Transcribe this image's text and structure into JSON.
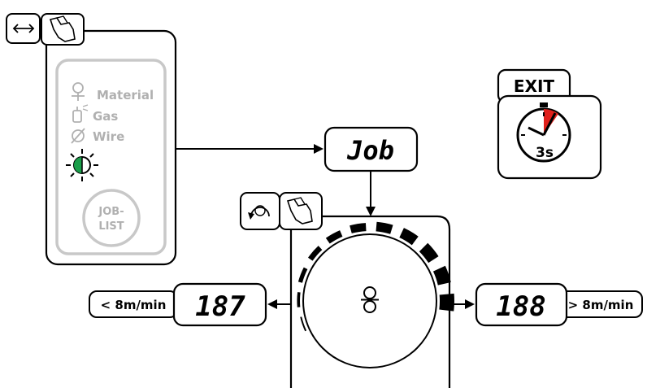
{
  "control_panel": {
    "items": [
      {
        "label": "Material",
        "icon": "material-icon"
      },
      {
        "label": "Gas",
        "icon": "gas-cylinder-icon"
      },
      {
        "label": "Wire",
        "icon": "wire-diameter-icon"
      }
    ],
    "indicator_icon": "status-light-half-green-icon",
    "indicator_color": "#1a9e4a",
    "joblist_label_1": "JOB-",
    "joblist_label_2": "LIST",
    "muted_color": "#b0b0b0"
  },
  "job_display": {
    "text": "Job"
  },
  "exit_panel": {
    "label": "EXIT",
    "timer": "3s",
    "accent_color": "#e0201b"
  },
  "left_readout": {
    "value": "187",
    "condition": "< 8m/min"
  },
  "right_readout": {
    "value": "188",
    "condition": "> 8m/min"
  },
  "icons": {
    "toggle": "double-arrow-icon",
    "press": "hand-press-icon",
    "rotary": "rotary-knob-icon",
    "wire_feed": "wire-feed-icon"
  }
}
